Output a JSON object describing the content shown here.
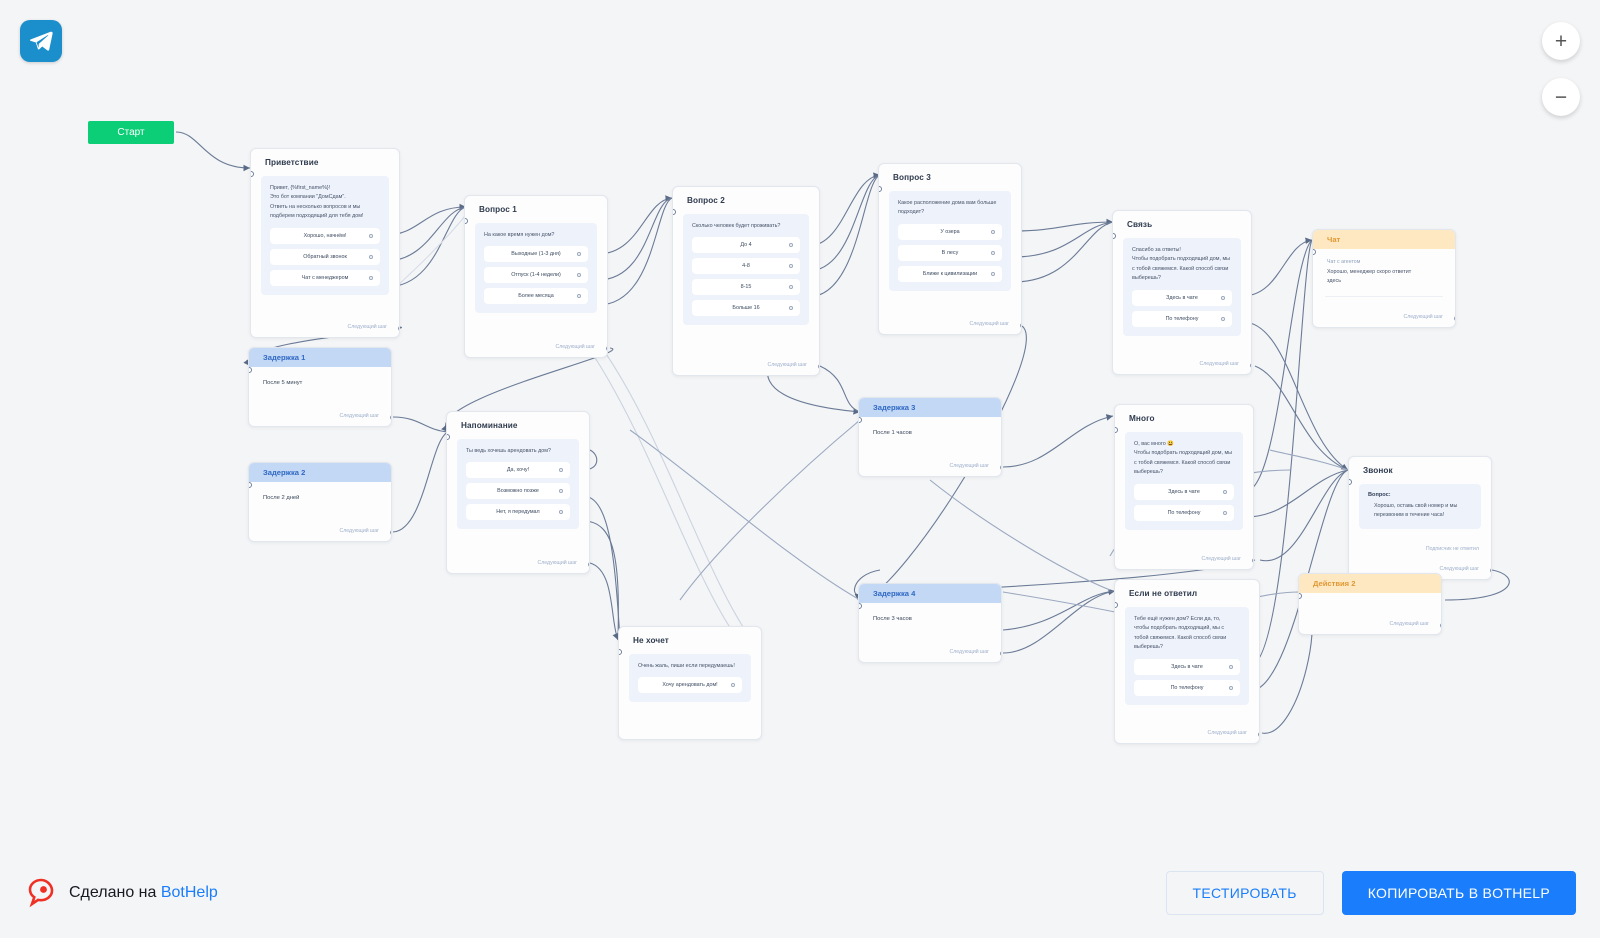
{
  "header": {
    "channel_icon": "telegram-icon",
    "zoom_in_label": "+",
    "zoom_out_label": "−"
  },
  "canvas": {
    "start_label": "Старт",
    "next_step_label": "Следующий шаг",
    "nodes": [
      {
        "id": "greeting",
        "title": "Приветствие",
        "prompt": "Привет, {%first_name%}!\nЭто бот компании \"ДомСдам\".\nОтветь на несколько вопросов и мы\nподберем подходящий для тебя дом!",
        "options": [
          "Хорошо, начнём!",
          "Обратный звонок",
          "Чат с менеджером"
        ]
      },
      {
        "id": "question1",
        "title": "Вопрос 1",
        "prompt": "На какое время нужен дом?",
        "options": [
          "Выходные (1-3 дня)",
          "Отпуск (1-4 недели)",
          "Более месяца"
        ]
      },
      {
        "id": "question2",
        "title": "Вопрос 2",
        "prompt": "Сколько человек будет проживать?",
        "options": [
          "До 4",
          "4-8",
          "8-15",
          "Больше 16"
        ]
      },
      {
        "id": "question3",
        "title": "Вопрос 3",
        "prompt": "Какое расположение дома вам больше\nподходит?",
        "options": [
          "У озера",
          "В лесу",
          "Ближе к цивилизации"
        ]
      },
      {
        "id": "contact",
        "title": "Связь",
        "prompt": "Спасибо за ответы!\nЧтобы подобрать подходящий дом, мы\nс тобой свяжемся. Какой способ связи\nвыберешь?",
        "options": [
          "Здесь в чате",
          "По телефону"
        ]
      },
      {
        "id": "many",
        "title": "Много",
        "prompt": "О, вас много 😃\nЧтобы подобрать подходящий дом, мы\nс тобой свяжемся. Какой способ связи\nвыберешь?",
        "options": [
          "Здесь в чате",
          "По телефону"
        ]
      },
      {
        "id": "no-answer",
        "title": "Если не ответил",
        "prompt": "Тебе ещё нужен дом? Если да, то,\nчтобы подобрать подходящий, мы с\nтобой свяжемся. Какой способ связи\nвыберешь?",
        "options": [
          "Здесь в чате",
          "По телефону"
        ]
      },
      {
        "id": "reminder",
        "title": "Напоминание",
        "prompt": "Ты ведь хочешь арендовать дом?",
        "options": [
          "Да, хочу!",
          "Возможно позже",
          "Нет, я передумал"
        ]
      },
      {
        "id": "refuse",
        "title": "Не хочет",
        "prompt": "Очень жаль, пиши если передумаешь!",
        "options": [
          "Хочу арендовать дом!"
        ]
      },
      {
        "id": "call",
        "title": "Звонок",
        "question_label": "Вопрос:",
        "question_text": "Хорошо, оставь свой номер и мы\nперезвоним в течение часа!",
        "sublabel": "Подписчик не ответил"
      }
    ],
    "delay_nodes": [
      {
        "id": "delay1",
        "title": "Задержка 1",
        "text": "После 5 минут"
      },
      {
        "id": "delay2",
        "title": "Задержка 2",
        "text": "После 2 дней"
      },
      {
        "id": "delay3",
        "title": "Задержка 3",
        "text": "После 1 часов"
      },
      {
        "id": "delay4",
        "title": "Задержка 4",
        "text": "После 3 часов"
      }
    ],
    "chat_node": {
      "title": "Чат",
      "sub": "Чат с агентом",
      "text": "Хорошо, менеджер скоро ответит\nздесь"
    },
    "action_node": {
      "title": "Действия 2"
    }
  },
  "footer": {
    "brand_prefix": "Сделано на ",
    "brand_name": "BotHelp",
    "test_button": "ТЕСТИРОВАТЬ",
    "copy_button": "КОПИРОВАТЬ В BOTHELP"
  },
  "colors": {
    "canvas_bg": "#f4f5f7",
    "start_green": "#0bce77",
    "primary_blue": "#1a7dfb",
    "delay_header": "#c3d8f5",
    "action_header": "#fde8c2",
    "edge": "#6b7b96"
  }
}
